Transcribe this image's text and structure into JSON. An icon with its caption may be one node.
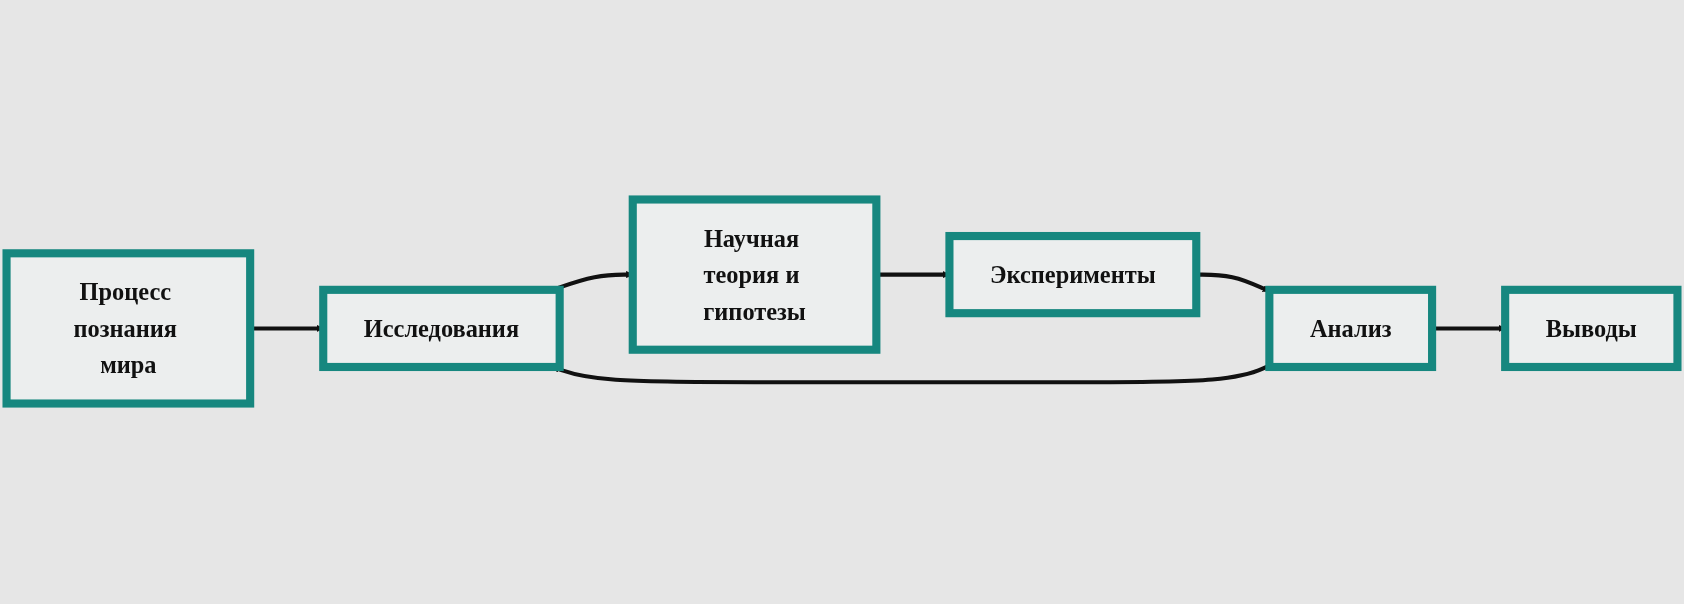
{
  "diagram": {
    "nodes": [
      {
        "text": [
          "Процесс познания мира"
        ]
      },
      {
        "text": [
          "Исследования"
        ]
      },
      {
        "text": [
          "Научная теория и гипотезы"
        ]
      },
      {
        "text": [
          "Выводы"
        ]
      },
      {
        "text": [
          "Анализ"
        ]
      },
      {
        "text": [
          "Эксперименты"
        ]
      }
    ],
    "edges": [
      {
        "from": 0,
        "to": 1,
        "arrow": "to"
      },
      {
        "from": 1,
        "to": 2,
        "arrow": "to"
      },
      {
        "from": 2,
        "to": 5,
        "arrow": "to"
      },
      {
        "from": 5,
        "to": 4,
        "arrow": "to"
      },
      {
        "from": 4,
        "to": 1,
        "arrow": "to"
      },
      {
        "from": 4,
        "to": 3,
        "arrow": "to"
      }
    ]
  }
}
